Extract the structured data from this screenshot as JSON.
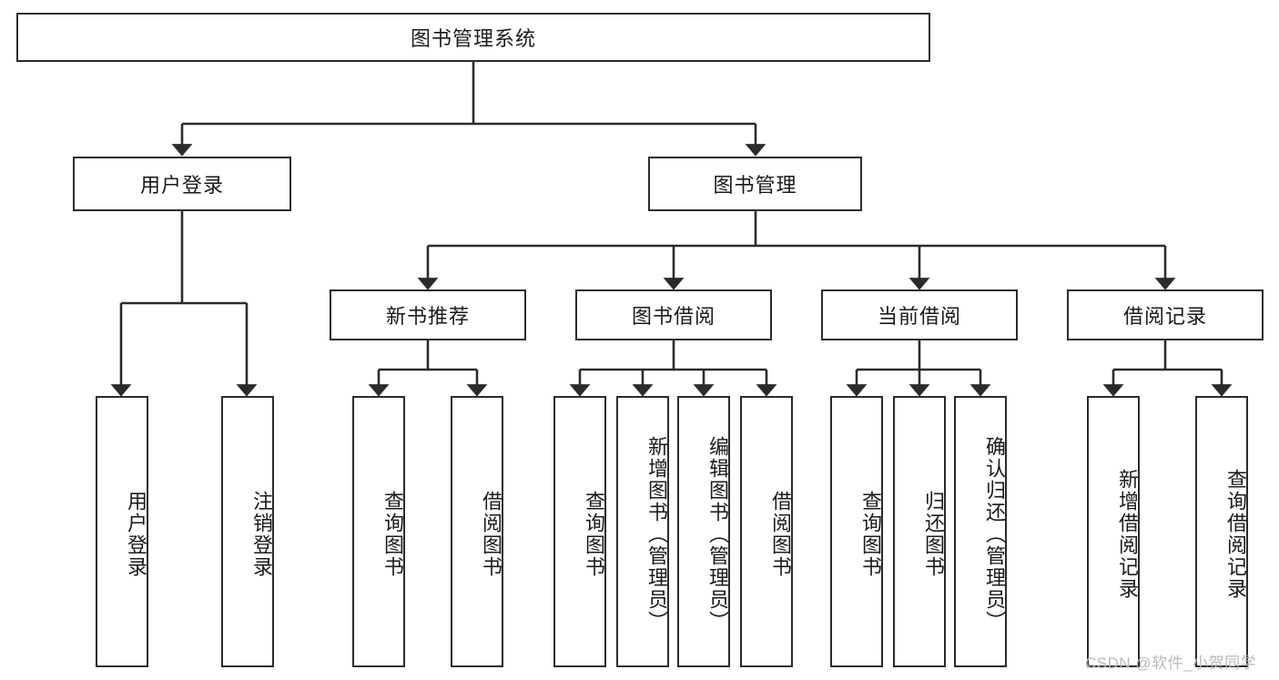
{
  "diagram": {
    "type": "tree-hierarchy",
    "orientation": "top-down",
    "root": {
      "label": "图书管理系统"
    },
    "level2": [
      {
        "label": "用户登录"
      },
      {
        "label": "图书管理"
      }
    ],
    "level3": [
      {
        "label": "新书推荐"
      },
      {
        "label": "图书借阅"
      },
      {
        "label": "当前借阅"
      },
      {
        "label": "借阅记录"
      }
    ],
    "leaves": {
      "user_login": [
        {
          "label": "用户登录"
        },
        {
          "label": "注销登录"
        }
      ],
      "new_book_recommend": [
        {
          "label": "查询图书"
        },
        {
          "label": "借阅图书"
        }
      ],
      "book_borrow": [
        {
          "label": "查询图书"
        },
        {
          "label": "新增图书（管理员）"
        },
        {
          "label": "编辑图书（管理员）"
        },
        {
          "label": "借阅图书"
        }
      ],
      "current_borrow": [
        {
          "label": "查询图书"
        },
        {
          "label": "归还图书"
        },
        {
          "label": "确认归还（管理员）"
        }
      ],
      "borrow_record": [
        {
          "label": "新增借阅记录"
        },
        {
          "label": "查询借阅记录"
        }
      ]
    }
  },
  "watermark": {
    "text": "CSDN @软件_小贺同学"
  },
  "colors": {
    "stroke": "#2b2b2b",
    "fill": "#ffffff",
    "text": "#1a1a1a",
    "watermark": "#b9b9b9"
  }
}
